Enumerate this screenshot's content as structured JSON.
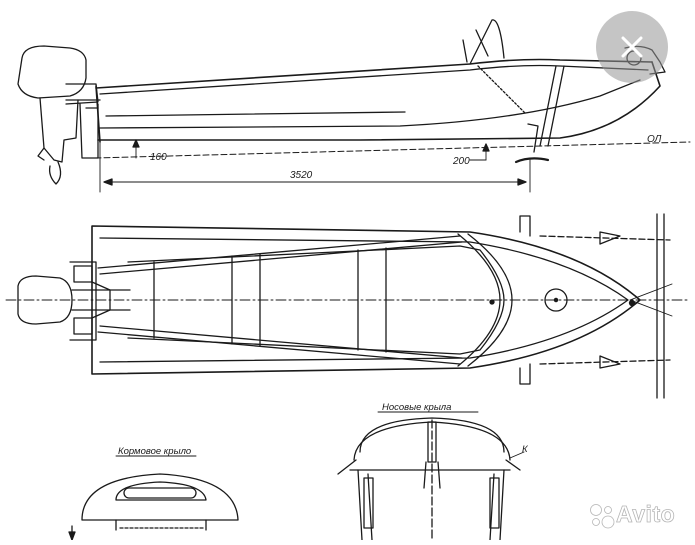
{
  "drawing": {
    "side_view": {
      "dim_overall_length": "3520",
      "dim_transom_height": "160",
      "dim_bow_height": "200",
      "waterline_label": "ОЛ"
    },
    "bow_wing": {
      "title": "Носовые крыла",
      "callout": "К"
    },
    "stern_wing": {
      "title": "Кормовое крыло"
    }
  },
  "overlay": {
    "close_icon": "close-icon",
    "watermark_text": "Avito",
    "watermark_icon": "avito-dots-icon"
  }
}
